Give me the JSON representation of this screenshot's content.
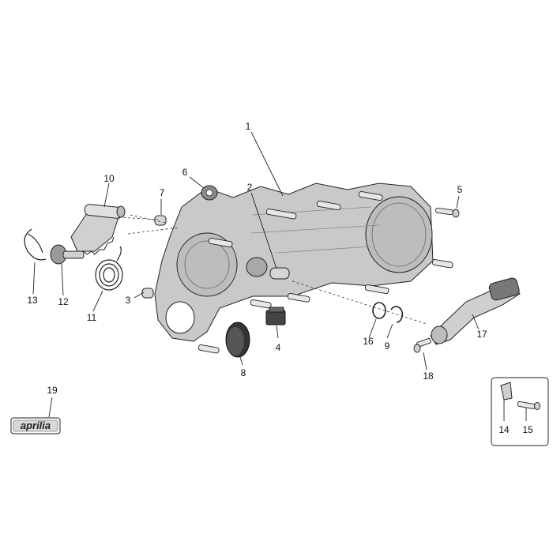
{
  "labels": {
    "p1": "1",
    "p2": "2",
    "p3": "3",
    "p4": "4",
    "p5": "5",
    "p6": "6",
    "p7": "7",
    "p8": "8",
    "p9": "9",
    "p10": "10",
    "p11": "11",
    "p12": "12",
    "p13": "13",
    "p14": "14",
    "p15": "15",
    "p16": "16",
    "p17": "17",
    "p18": "18",
    "p19": "19"
  },
  "logo_text": "aprilia",
  "colors": {
    "cover": "#c9c9c9",
    "cover_dark": "#9a9a9a",
    "outline": "#222222",
    "dark_part": "#333333"
  }
}
